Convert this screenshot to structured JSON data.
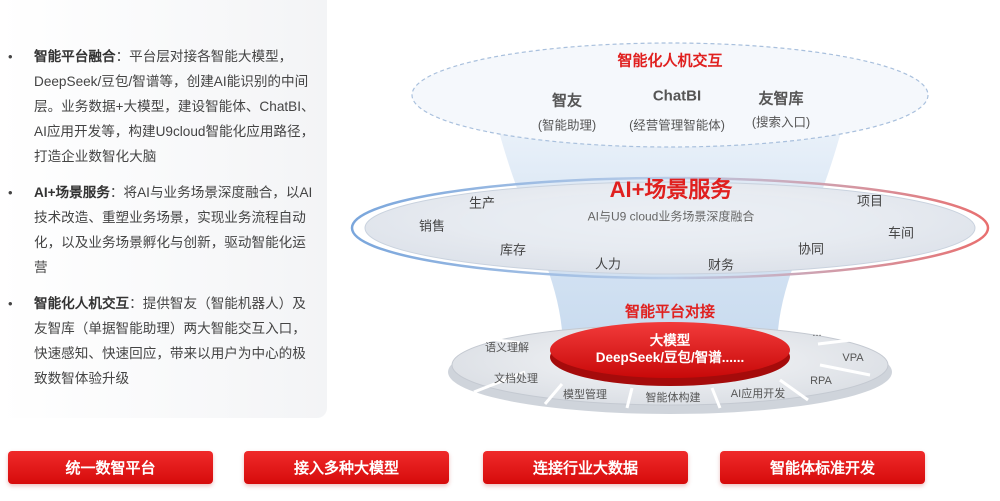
{
  "bullets": [
    {
      "title": "智能平台融合",
      "sep": "：",
      "text": "平台层对接各智能大模型，DeepSeek/豆包/智谱等，创建AI能识别的中间层。业务数据+大模型，建设智能体、ChatBI、AI应用开发等，构建U9cloud智能化应用路径，打造企业数智化大脑"
    },
    {
      "title": "AI+场景服务",
      "sep": "：",
      "text": "将AI与业务场景深度融合，以AI技术改造、重塑业务场景，实现业务流程自动化，以及业务场景孵化与创新，驱动智能化运营"
    },
    {
      "title": "智能化人机交互",
      "sep": "：",
      "text": "提供智友（智能机器人）及友智库（单据智能助理）两大智能交互入口， 快速感知、快速回应，带来以用户为中心的极致数智体验升级"
    }
  ],
  "bullet_marker": "•",
  "top_layer": {
    "title": "智能化人机交互",
    "items": [
      {
        "name": "智友",
        "sub": "(智能助理)"
      },
      {
        "name": "ChatBI",
        "sub": "(经营管理智能体)"
      },
      {
        "name": "友智库",
        "sub": "(搜索入口)"
      }
    ]
  },
  "middle_layer": {
    "title": "AI+场景服务",
    "subtitle": "AI与U9 cloud业务场景深度融合",
    "scenes": [
      "生产",
      "销售",
      "库存",
      "人力",
      "财务",
      "协同",
      "项目",
      "车间"
    ]
  },
  "bottom_layer": {
    "title": "智能平台对接",
    "core_line1": "大模型",
    "core_line2": "DeepSeek/豆包/智谱......",
    "segments": [
      "语义理解",
      "文档处理",
      "模型管理",
      "智能体构建",
      "AI应用开发",
      "RPA",
      "VPA",
      "..."
    ]
  },
  "buttons": [
    "统一数智平台",
    "接入多种大模型",
    "连接行业大数据",
    "智能体标准开发"
  ],
  "colors": {
    "accent": "#e0201f",
    "button": "#e31414"
  }
}
